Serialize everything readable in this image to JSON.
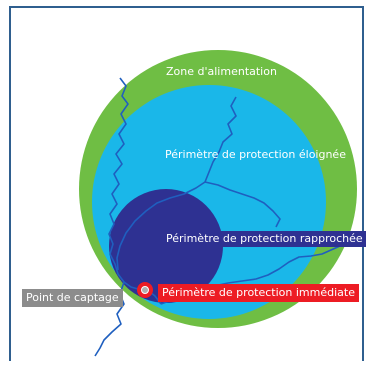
{
  "labels": {
    "zone_alimentation": "Zone d'alimentation",
    "perimetre_eloignee": "Périmètre de protection éloignée",
    "perimetre_rapprochee": "Périmètre de protection rapprochée",
    "perimetre_immediate": "Périmètre de protection immédiate",
    "point_captage": "Point de captage"
  },
  "colors": {
    "zone_alimentation": "#6fbe44",
    "perimetre_eloignee": "#1ab7e9",
    "perimetre_rapprochee": "#2e3192",
    "perimetre_immediate": "#ed1c24",
    "point_captage": "#8c8c8c",
    "river": "#1f5fbf",
    "frame": "#2f5f8f"
  }
}
